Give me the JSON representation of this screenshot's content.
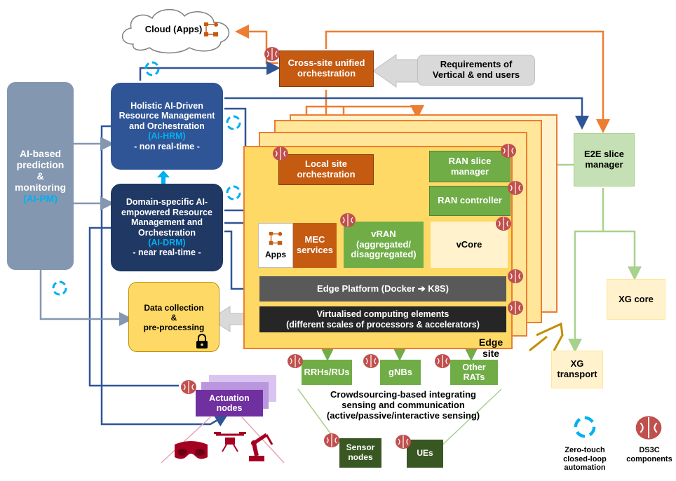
{
  "cloud": {
    "label": "Cloud (Apps)"
  },
  "cross_site": {
    "label": "Cross-site unified orchestration"
  },
  "requirements": {
    "label": "Requirements of Vertical & end users"
  },
  "ai_pm": {
    "line1": "AI-based prediction",
    "line2": "&",
    "line3": "monitoring",
    "abbr": "(AI-PM)"
  },
  "ai_hrm": {
    "title": "Holistic AI-Driven Resource Management and Orchestration",
    "abbr": "(AI-HRM)",
    "mode": "- non real-time -"
  },
  "ai_drm": {
    "title": "Domain-specific AI-empowered Resource Management and Orchestration",
    "abbr": "(AI-DRM)",
    "mode": "- near real-time -"
  },
  "local_orch": {
    "label": "Local site orchestration"
  },
  "ran_slice": {
    "label": "RAN slice manager"
  },
  "ran_controller": {
    "label": "RAN controller"
  },
  "apps": {
    "label": "Apps"
  },
  "mec": {
    "label": "MEC services"
  },
  "vran": {
    "label": "vRAN (aggregated/ disaggregated)"
  },
  "vcore": {
    "label": "vCore"
  },
  "edge_platform": {
    "label": "Edge Platform (Docker ➔ K8S)"
  },
  "virtualised": {
    "line1": "Virtualised computing elements",
    "line2": "(different scales of processors & accelerators)"
  },
  "edge_site": {
    "label": "Edge site"
  },
  "data_collection": {
    "line1": "Data collection",
    "line2": "&",
    "line3": "pre-processing"
  },
  "e2e": {
    "label": "E2E slice manager"
  },
  "xg_core": {
    "label": "XG core"
  },
  "xg_transport": {
    "label": "XG transport"
  },
  "rrh": {
    "label": "RRHs/RUs"
  },
  "gnb": {
    "label": "gNBs"
  },
  "other_rat": {
    "label": "Other RATs"
  },
  "crowd": {
    "line1": "Crowdsourcing-based integrating",
    "line2": "sensing and communication",
    "line3": "(active/passive/interactive sensing)"
  },
  "actuation": {
    "label": "Actuation nodes"
  },
  "sensor": {
    "label": "Sensor nodes"
  },
  "ues": {
    "label": "UEs"
  },
  "legend": {
    "zero_touch": "Zero-touch closed-loop automation",
    "ds3c": "DS3C components"
  },
  "colors": {
    "orange": "#c55a11",
    "green": "#70ad47",
    "dark_navy": "#1f3864",
    "navy": "#2f5597",
    "grey_blue": "#8497b0",
    "yellow": "#ffd966",
    "dark_grey": "#595959",
    "purple": "#7030a0",
    "cyan": "#00b0f0"
  }
}
